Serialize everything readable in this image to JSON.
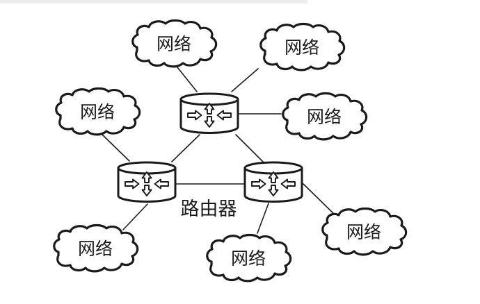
{
  "diagram": {
    "type": "network-topology-figure",
    "background_color": "#ffffff",
    "stroke_color": "#1a1a1a",
    "router_label": "路由器",
    "clouds": [
      {
        "id": "cloud-top-center",
        "label": "网络"
      },
      {
        "id": "cloud-top-right",
        "label": "网络"
      },
      {
        "id": "cloud-mid-left",
        "label": "网络"
      },
      {
        "id": "cloud-mid-right",
        "label": "网络"
      },
      {
        "id": "cloud-bottom-left",
        "label": "网络"
      },
      {
        "id": "cloud-bottom-center",
        "label": "网络"
      },
      {
        "id": "cloud-bottom-right",
        "label": "网络"
      }
    ],
    "routers": [
      {
        "id": "router-top",
        "icon": "router-arrows-icon"
      },
      {
        "id": "router-bottom-left",
        "icon": "router-arrows-icon"
      },
      {
        "id": "router-bottom-right",
        "icon": "router-arrows-icon"
      }
    ],
    "connections": [
      {
        "from": "cloud-top-center",
        "to": "router-top"
      },
      {
        "from": "cloud-top-right",
        "to": "router-top"
      },
      {
        "from": "router-top",
        "to": "cloud-mid-right"
      },
      {
        "from": "cloud-mid-left",
        "to": "router-bottom-left"
      },
      {
        "from": "router-top",
        "to": "router-bottom-left"
      },
      {
        "from": "router-top",
        "to": "router-bottom-right"
      },
      {
        "from": "router-bottom-left",
        "to": "router-bottom-right"
      },
      {
        "from": "router-bottom-left",
        "to": "cloud-bottom-left"
      },
      {
        "from": "router-bottom-right",
        "to": "cloud-bottom-center"
      },
      {
        "from": "router-bottom-right",
        "to": "cloud-bottom-right"
      }
    ]
  }
}
